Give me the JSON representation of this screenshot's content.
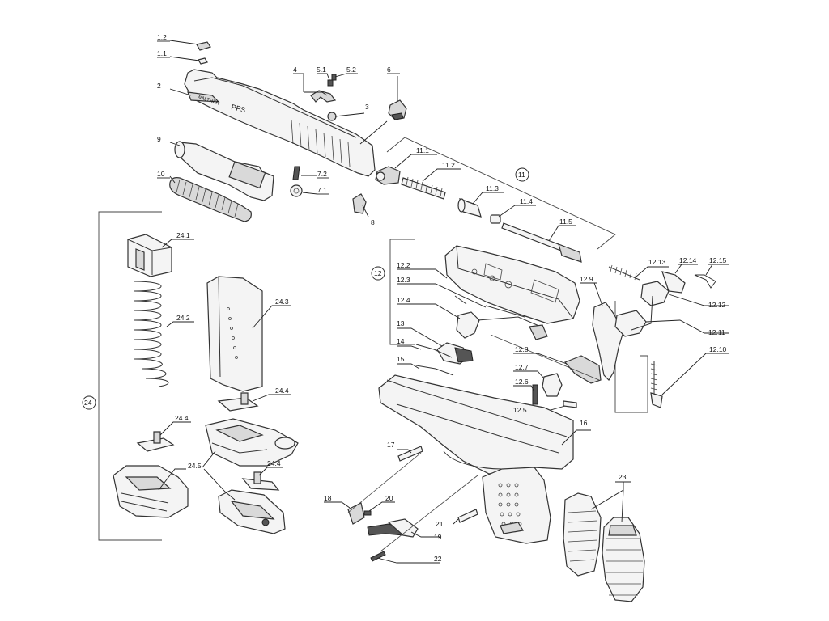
{
  "diagram": {
    "labels": {
      "l_1_2": "1.2",
      "l_1_1": "1.1",
      "l_2": "2",
      "l_4": "4",
      "l_5_1": "5.1",
      "l_5_2": "5.2",
      "l_3": "3",
      "l_6": "6",
      "l_9": "9",
      "l_7_2": "7.2",
      "l_7_1": "7.1",
      "l_10": "10",
      "l_11_1": "11.1",
      "l_11_2": "11.2",
      "l_11": "11",
      "l_11_3": "11.3",
      "l_11_4": "11.4",
      "l_8": "8",
      "l_11_5": "11.5",
      "l_24_1": "24.1",
      "l_24_2": "24.2",
      "l_24_3": "24.3",
      "l_24": "24",
      "l_24_4a": "24.4",
      "l_24_4b": "24.4",
      "l_24_4c": "24.4",
      "l_24_5": "24.5",
      "l_12": "12",
      "l_12_2": "12.2",
      "l_12_3": "12.3",
      "l_12_4": "12.4",
      "l_13": "13",
      "l_14": "14",
      "l_15": "15",
      "l_12_8": "12.8",
      "l_12_7": "12.7",
      "l_12_6": "12.6",
      "l_12_5": "12.5",
      "l_12_9": "12.9",
      "l_12_13": "12.13",
      "l_12_14": "12.14",
      "l_12_15": "12.15",
      "l_12_12": "12.12",
      "l_12_11": "12.11",
      "l_12_10": "12.10",
      "l_16": "16",
      "l_17": "17",
      "l_18": "18",
      "l_20": "20",
      "l_21": "21",
      "l_19": "19",
      "l_22": "22",
      "l_23": "23"
    },
    "slide_marking": "PPS",
    "brand_marking": "WALTHER"
  }
}
